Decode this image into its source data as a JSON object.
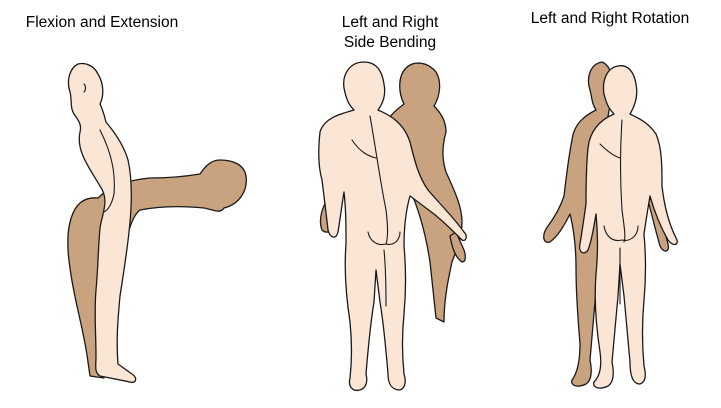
{
  "captions": {
    "flexion_extension": "Flexion and Extension",
    "side_bending_line1": "Left and Right",
    "side_bending_line2": "Side Bending",
    "rotation": "Left and Right Rotation"
  },
  "colors": {
    "skin_light": "#fbe5d4",
    "skin_shadow": "#c9a27f",
    "outline": "#1a1a1a",
    "background": "#ffffff"
  }
}
